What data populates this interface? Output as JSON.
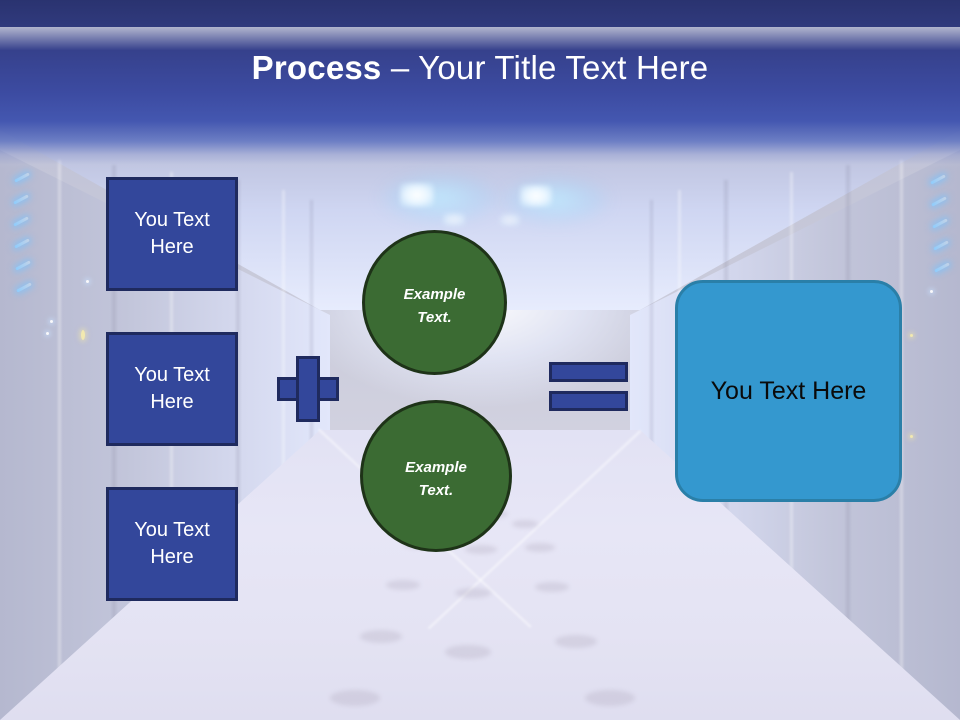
{
  "slide": {
    "title_bold": "Process",
    "title_rest": " – Your Title Text Here",
    "background_description": "blurred data-center server room corridor",
    "colors": {
      "banner_top": "#2A3370",
      "banner_mid": "#3C4BA1",
      "blue_box_fill": "#33479B",
      "blue_box_border": "#1F2A5E",
      "green_circle_fill": "#3B6B33",
      "green_circle_border": "#1E3318",
      "cyan_box_fill": "#3498CF",
      "cyan_box_border": "#2A7FA8",
      "title_text": "#FFFFFF",
      "cyan_box_text": "#0A0A0A"
    }
  },
  "inputs": {
    "boxes": [
      {
        "line1": "You Text",
        "line2": "Here"
      },
      {
        "line1": "You Text",
        "line2": "Here"
      },
      {
        "line1": "You Text",
        "line2": "Here"
      }
    ]
  },
  "operators": {
    "plus": "+",
    "equals": "="
  },
  "circles": [
    {
      "line1": "Example",
      "line2": "Text."
    },
    {
      "line1": "Example",
      "line2": "Text."
    }
  ],
  "result": {
    "label": "You Text Here"
  }
}
